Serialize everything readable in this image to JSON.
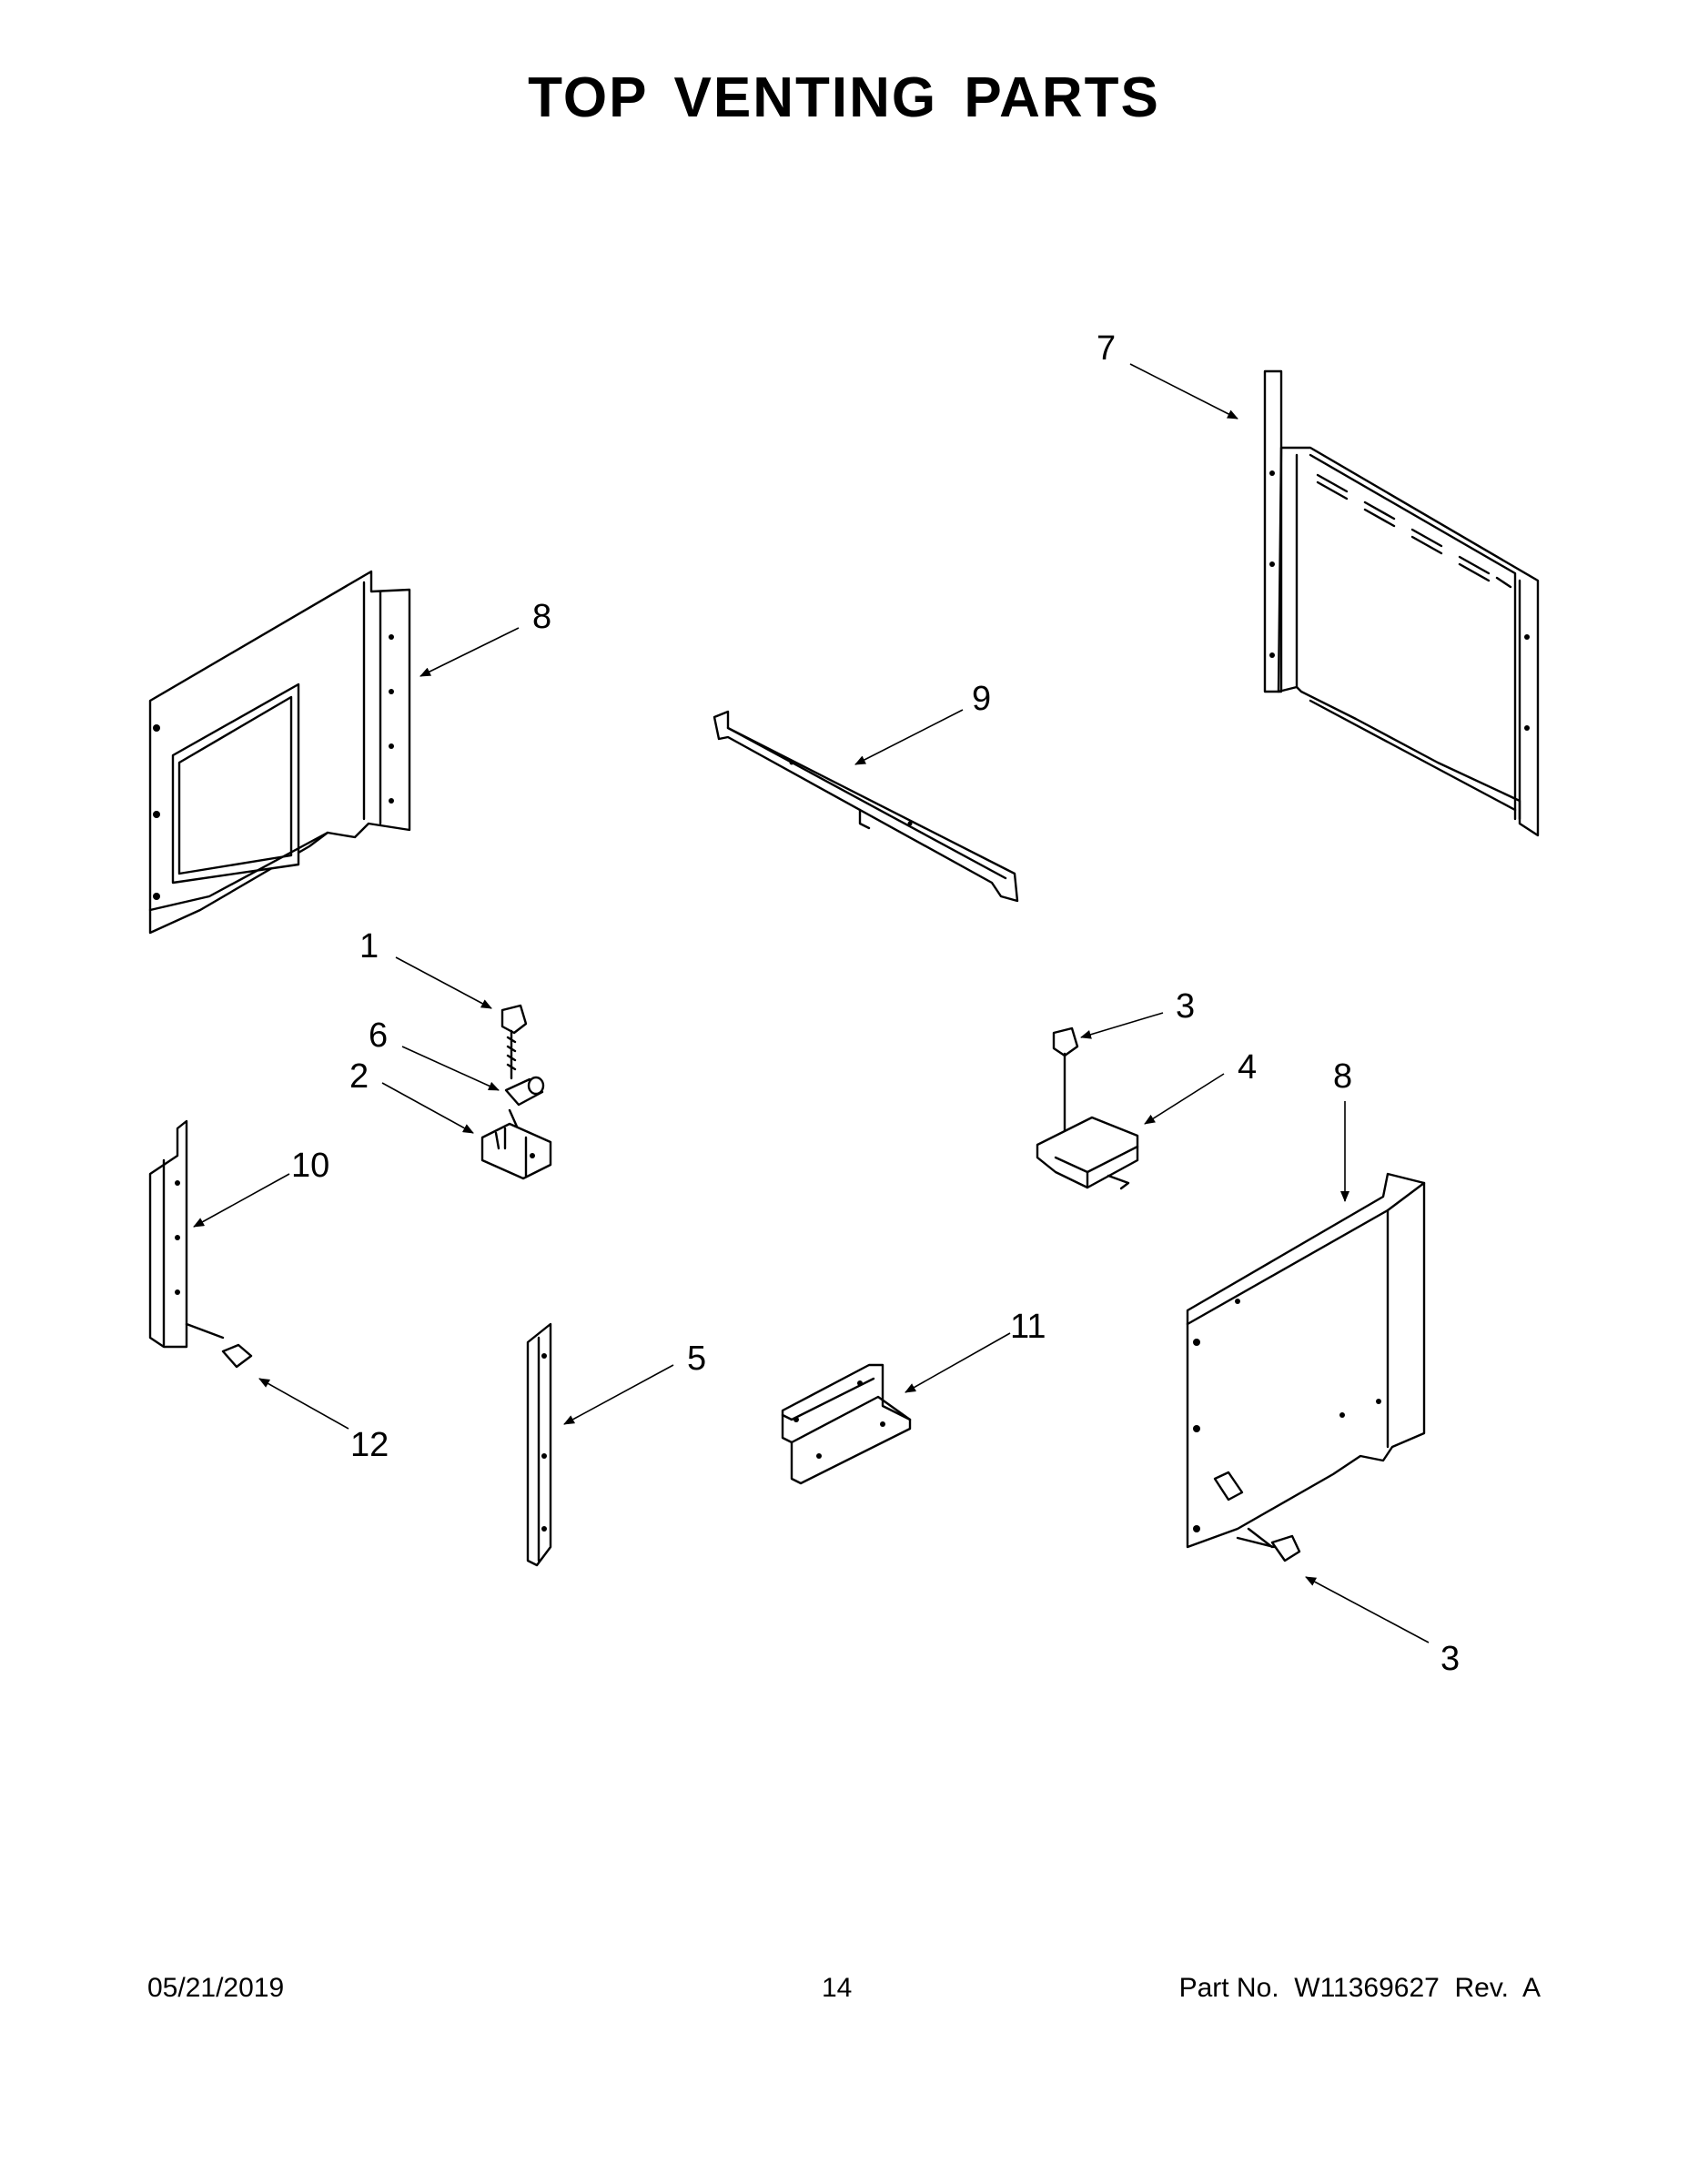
{
  "title": "TOP VENTING PARTS",
  "footer": {
    "date": "05/21/2019",
    "page": "14",
    "part_no": "Part No.  W11369627  Rev.  A"
  },
  "callouts": [
    {
      "id": "c7",
      "label": "7"
    },
    {
      "id": "c8a",
      "label": "8"
    },
    {
      "id": "c9",
      "label": "9"
    },
    {
      "id": "c1",
      "label": "1"
    },
    {
      "id": "c6",
      "label": "6"
    },
    {
      "id": "c2",
      "label": "2"
    },
    {
      "id": "c3a",
      "label": "3"
    },
    {
      "id": "c4",
      "label": "4"
    },
    {
      "id": "c8b",
      "label": "8"
    },
    {
      "id": "c10",
      "label": "10"
    },
    {
      "id": "c11",
      "label": "11"
    },
    {
      "id": "c5",
      "label": "5"
    },
    {
      "id": "c12",
      "label": "12"
    },
    {
      "id": "c3b",
      "label": "3"
    }
  ]
}
